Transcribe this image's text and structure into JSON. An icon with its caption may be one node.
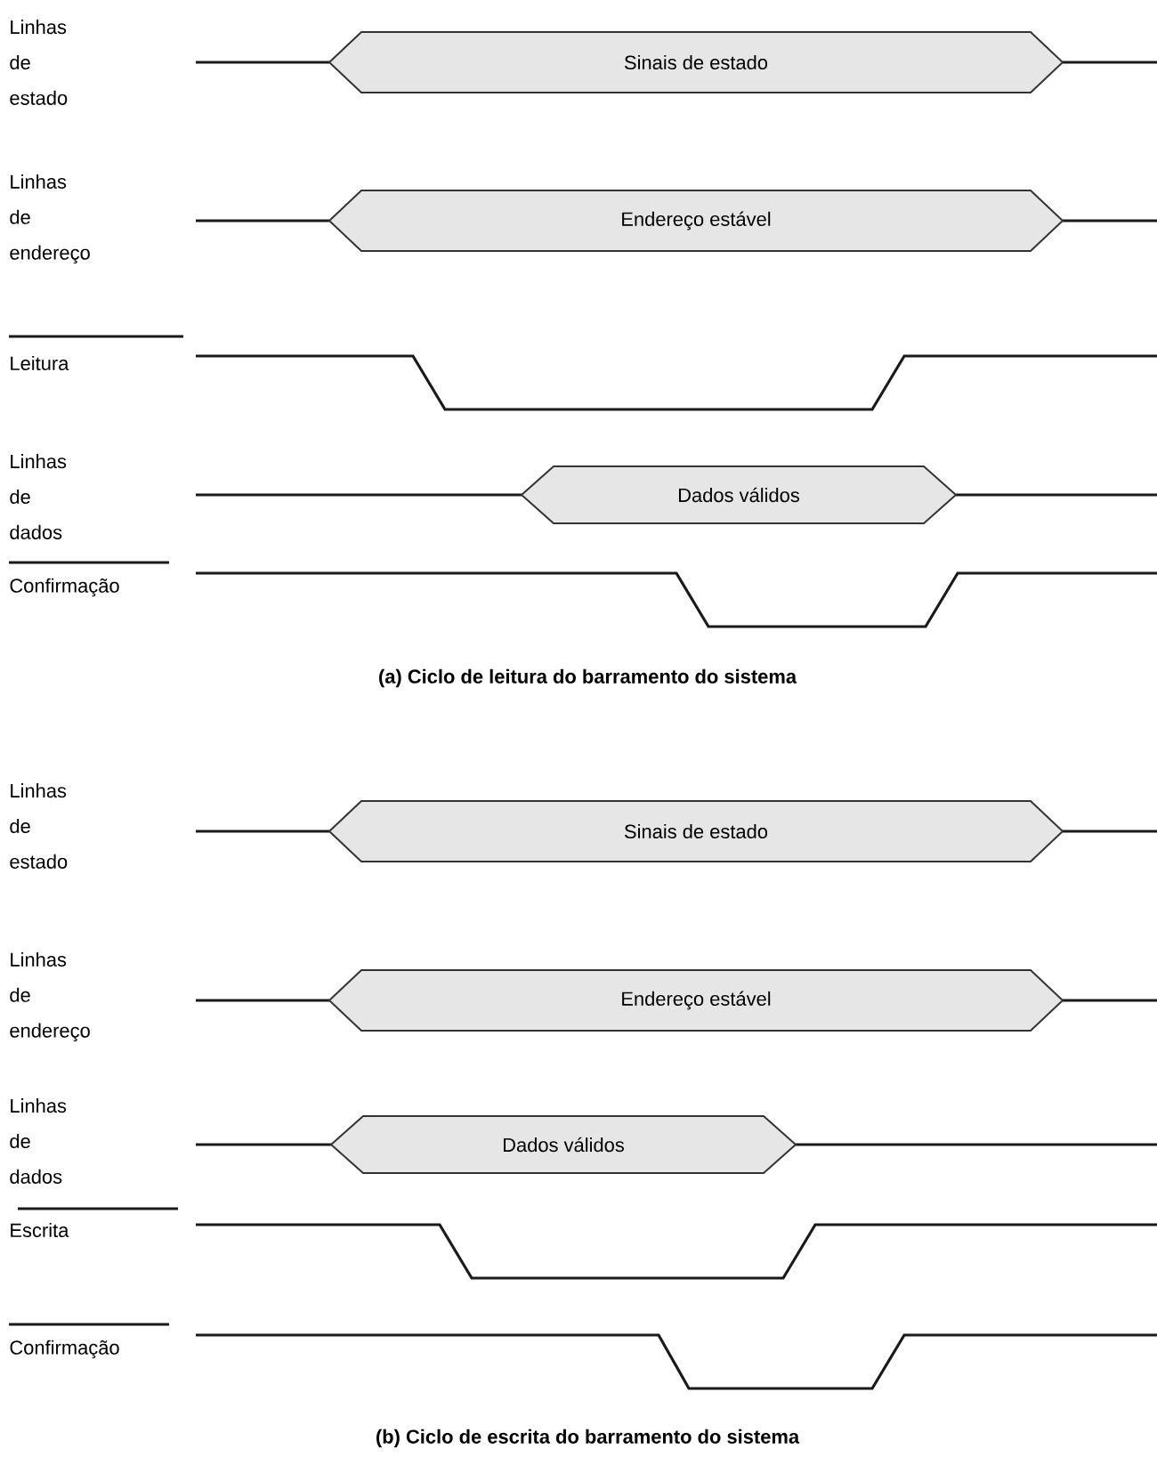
{
  "diagram": {
    "nodes": [
      {
        "text": [
          "Sinais de estado"
        ]
      },
      {
        "text": [
          "Endereço estável"
        ]
      },
      {
        "text": [
          "Dados válidos"
        ]
      },
      {
        "text": [
          "Sinais de estado"
        ]
      },
      {
        "text": [
          "Endereço estável"
        ]
      },
      {
        "text": [
          "Dados válidos"
        ]
      }
    ],
    "labels": [
      "Linhas de estado",
      "Linhas de endereço",
      "Leitura",
      "Linhas de dados",
      "Confirmação",
      "(a) Ciclo de leitura do barramento do sistema",
      "Linhas de estado",
      "Linhas de endereço",
      "Linhas de dados",
      "Escrita",
      "Confirmação",
      "(b) Ciclo de escrita do barramento do sistema"
    ]
  }
}
